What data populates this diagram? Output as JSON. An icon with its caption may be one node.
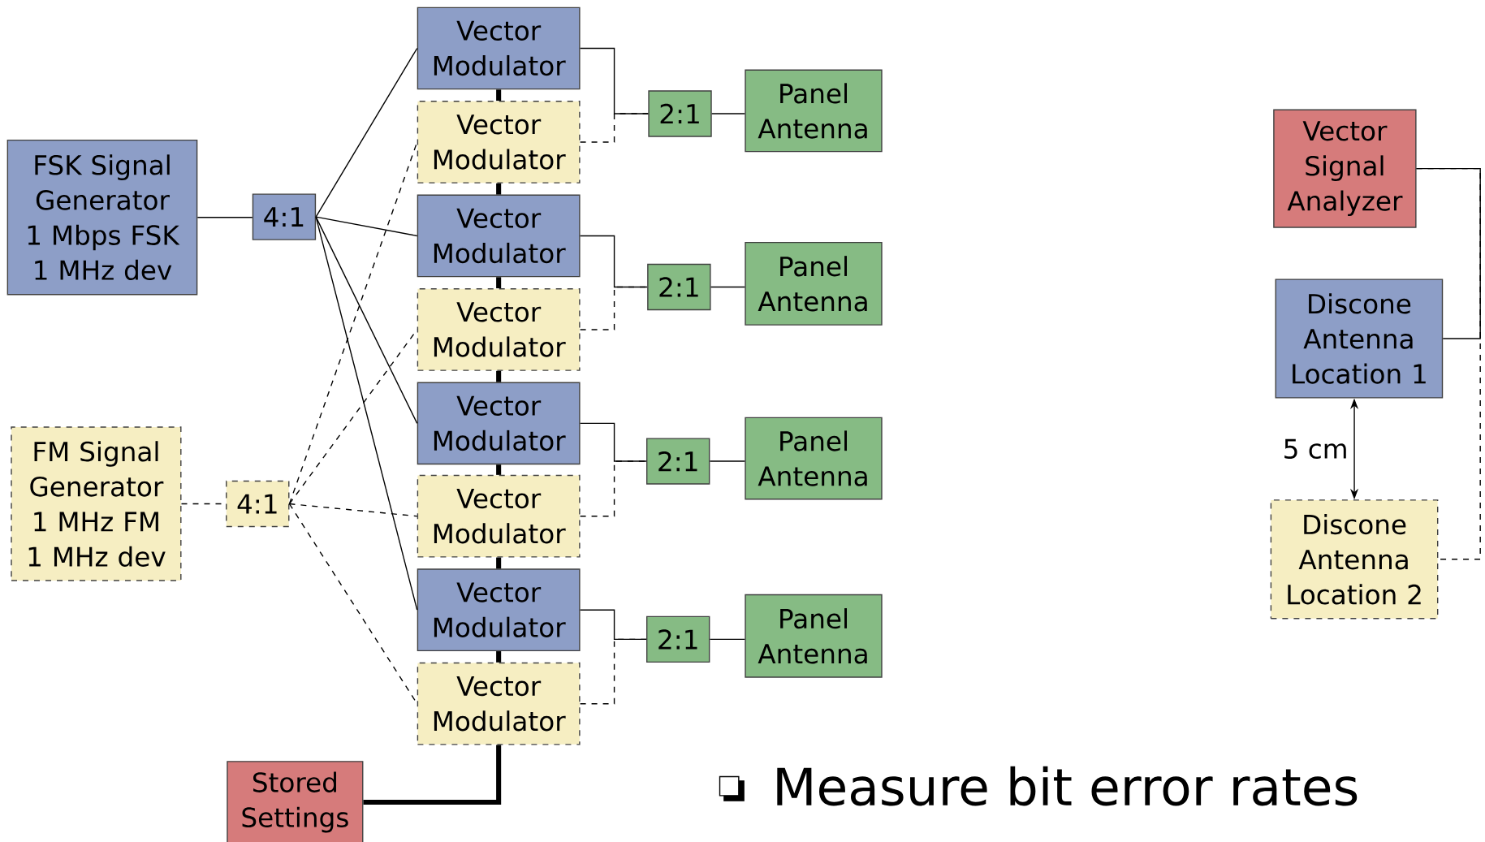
{
  "diagram": {
    "nodes": [
      {
        "text": [
          "FSK Signal Generator",
          "1 Mbps FSK 1 MHz dev"
        ]
      },
      {
        "text": [
          "FM Signal Generator",
          "1 MHz FM 1 MHz dev"
        ]
      },
      {
        "text": [
          "4:1"
        ]
      },
      {
        "text": [
          "4:1"
        ]
      },
      {
        "text": [
          "Vector Modulator"
        ]
      },
      {
        "text": [
          "Vector Modulator"
        ]
      },
      {
        "text": [
          "Vector Modulator"
        ]
      },
      {
        "text": [
          "Vector Modulator"
        ]
      },
      {
        "text": [
          "Vector Modulator"
        ]
      },
      {
        "text": [
          "Vector Modulator"
        ]
      },
      {
        "text": [
          "Vector Modulator"
        ]
      },
      {
        "text": [
          "Vector Modulator"
        ]
      },
      {
        "text": [
          "2:1"
        ]
      },
      {
        "text": [
          "Panel Antenna"
        ]
      },
      {
        "text": [
          "2:1"
        ]
      },
      {
        "text": [
          "Panel Antenna"
        ]
      },
      {
        "text": [
          "2:1"
        ]
      },
      {
        "text": [
          "Panel Antenna"
        ]
      },
      {
        "text": [
          "2:1"
        ]
      },
      {
        "text": [
          "Panel Antenna"
        ]
      },
      {
        "text": [
          "Stored Settings"
        ]
      },
      {
        "text": [
          "Vector Signal Analyzer"
        ]
      },
      {
        "text": [
          "Discone Antenna Location 1"
        ]
      },
      {
        "text": [
          "Discone Antenna Location 2"
        ]
      }
    ],
    "edges": [
      {
        "from": 0,
        "to": 2,
        "arrow": "none"
      },
      {
        "from": 1,
        "to": 3,
        "arrow": "none",
        "style": "dashed"
      },
      {
        "from": 2,
        "to": 4,
        "arrow": "none"
      },
      {
        "from": 2,
        "to": 6,
        "arrow": "none"
      },
      {
        "from": 2,
        "to": 8,
        "arrow": "none"
      },
      {
        "from": 2,
        "to": 10,
        "arrow": "none"
      },
      {
        "from": 3,
        "to": 5,
        "arrow": "none",
        "style": "dashed"
      },
      {
        "from": 3,
        "to": 7,
        "arrow": "none",
        "style": "dashed"
      },
      {
        "from": 3,
        "to": 9,
        "arrow": "none",
        "style": "dashed"
      },
      {
        "from": 3,
        "to": 11,
        "arrow": "none",
        "style": "dashed"
      },
      {
        "from": 4,
        "to": 12,
        "arrow": "none"
      },
      {
        "from": 5,
        "to": 12,
        "arrow": "none",
        "style": "dashed"
      },
      {
        "from": 6,
        "to": 14,
        "arrow": "none"
      },
      {
        "from": 7,
        "to": 14,
        "arrow": "none",
        "style": "dashed"
      },
      {
        "from": 8,
        "to": 16,
        "arrow": "none"
      },
      {
        "from": 9,
        "to": 16,
        "arrow": "none",
        "style": "dashed"
      },
      {
        "from": 10,
        "to": 18,
        "arrow": "none"
      },
      {
        "from": 11,
        "to": 18,
        "arrow": "none",
        "style": "dashed"
      },
      {
        "from": 12,
        "to": 13,
        "arrow": "none"
      },
      {
        "from": 14,
        "to": 15,
        "arrow": "none"
      },
      {
        "from": 16,
        "to": 17,
        "arrow": "none"
      },
      {
        "from": 18,
        "to": 19,
        "arrow": "none"
      },
      {
        "from": 20,
        "to": 11,
        "arrow": "none",
        "style": "thick"
      },
      {
        "from": 11,
        "to": 10,
        "arrow": "none",
        "style": "thick"
      },
      {
        "from": 10,
        "to": 9,
        "arrow": "none",
        "style": "thick"
      },
      {
        "from": 9,
        "to": 8,
        "arrow": "none",
        "style": "thick"
      },
      {
        "from": 8,
        "to": 7,
        "arrow": "none",
        "style": "thick"
      },
      {
        "from": 7,
        "to": 6,
        "arrow": "none",
        "style": "thick"
      },
      {
        "from": 6,
        "to": 5,
        "arrow": "none",
        "style": "thick"
      },
      {
        "from": 5,
        "to": 4,
        "arrow": "none",
        "style": "thick"
      },
      {
        "from": 21,
        "to": 22,
        "arrow": "none"
      },
      {
        "from": 21,
        "to": 23,
        "arrow": "none",
        "style": "dashed"
      },
      {
        "from": 22,
        "to": 23,
        "arrow": "both",
        "label": "5 cm"
      }
    ],
    "labels": [
      "Measure bit error rates"
    ]
  }
}
